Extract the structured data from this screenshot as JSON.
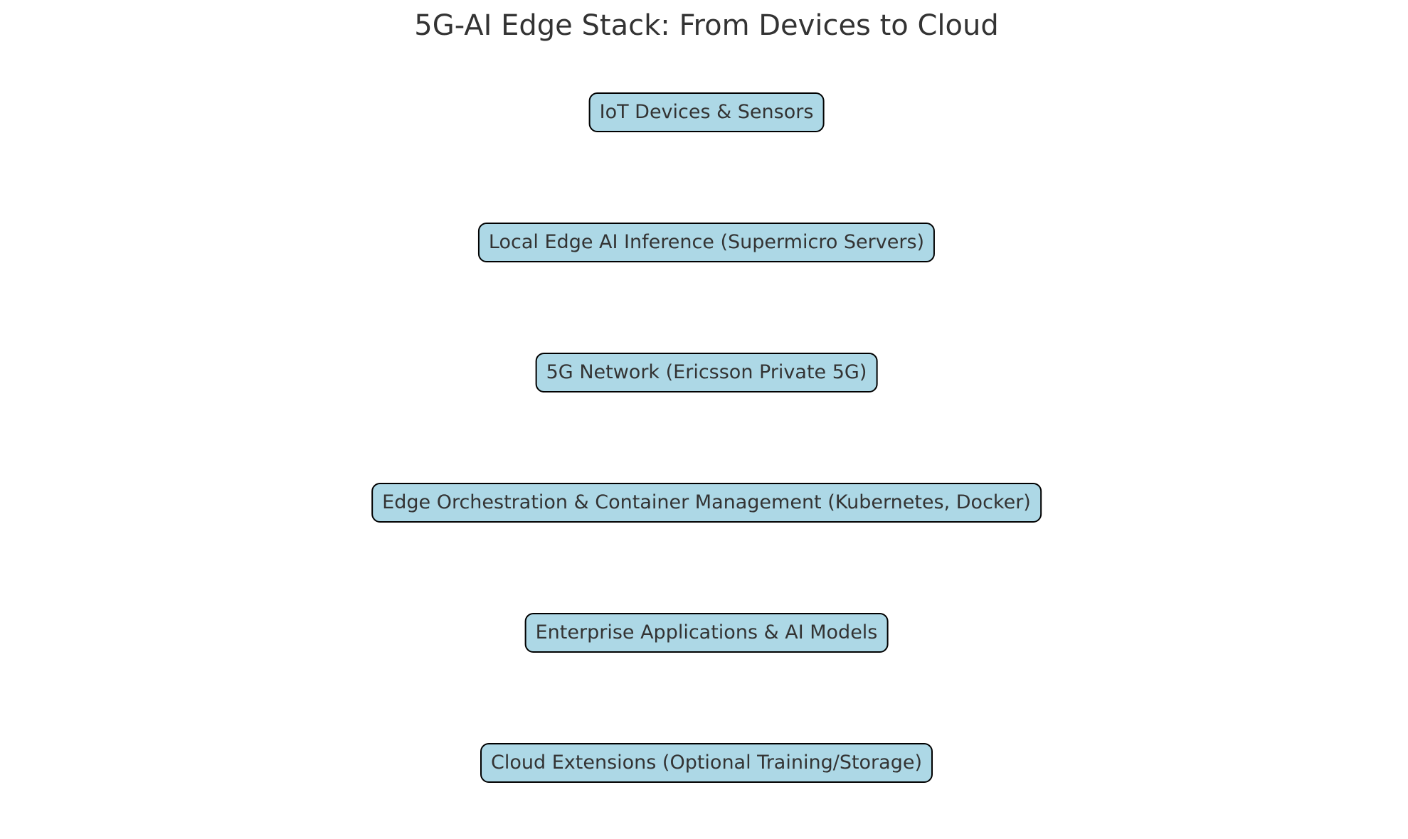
{
  "title": "5G-AI Edge Stack: From Devices to Cloud",
  "colors": {
    "box_fill": "#add8e6",
    "box_border": "#000000",
    "text": "#333333",
    "background": "#ffffff"
  },
  "layers": [
    {
      "label": "IoT Devices & Sensors"
    },
    {
      "label": "Local Edge AI Inference (Supermicro Servers)"
    },
    {
      "label": "5G Network (Ericsson Private 5G)"
    },
    {
      "label": "Edge Orchestration & Container Management (Kubernetes, Docker)"
    },
    {
      "label": "Enterprise Applications & AI Models"
    },
    {
      "label": "Cloud Extensions (Optional Training/Storage)"
    }
  ]
}
